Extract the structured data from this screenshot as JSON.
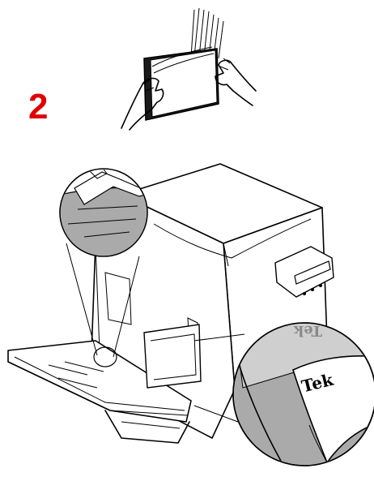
{
  "step": {
    "number": "2",
    "color": "#e00000"
  },
  "media_label": {
    "front": "Tek",
    "back_mirror": "Tek"
  },
  "colors": {
    "paper_shade": "#aaaaaa",
    "printer_shade": "#d6d6d6",
    "line": "#000000"
  }
}
